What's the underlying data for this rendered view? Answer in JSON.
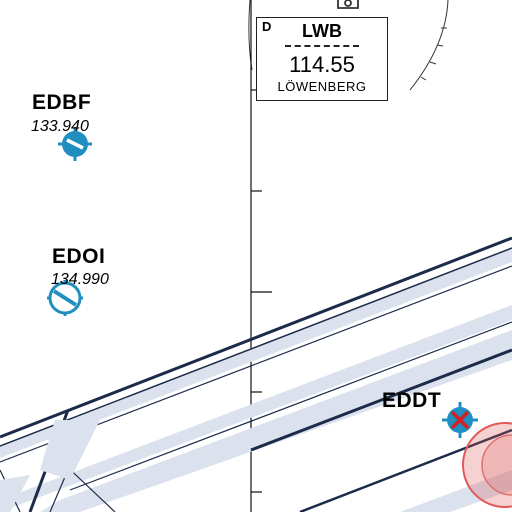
{
  "colors": {
    "airway_fill": "#dbe2ee",
    "airway_edge": "#1c2b4a",
    "airport_symbol": "#1e8fc0",
    "closed_marker": "#d42020",
    "restricted_zone": "#e05a5a",
    "line": "#111111"
  },
  "airports": [
    {
      "ident": "EDBF",
      "frequency": "133.940",
      "icon": "airport-icon"
    },
    {
      "ident": "EDOI",
      "frequency": "134.990",
      "icon": "airport-icon"
    },
    {
      "ident": "EDDT",
      "icon": "airport-closed-icon"
    }
  ],
  "vor": {
    "designator": "D",
    "ident": "LWB",
    "frequency": "114.55",
    "name": "LÖWENBERG",
    "icon": "vor-dme-icon"
  }
}
